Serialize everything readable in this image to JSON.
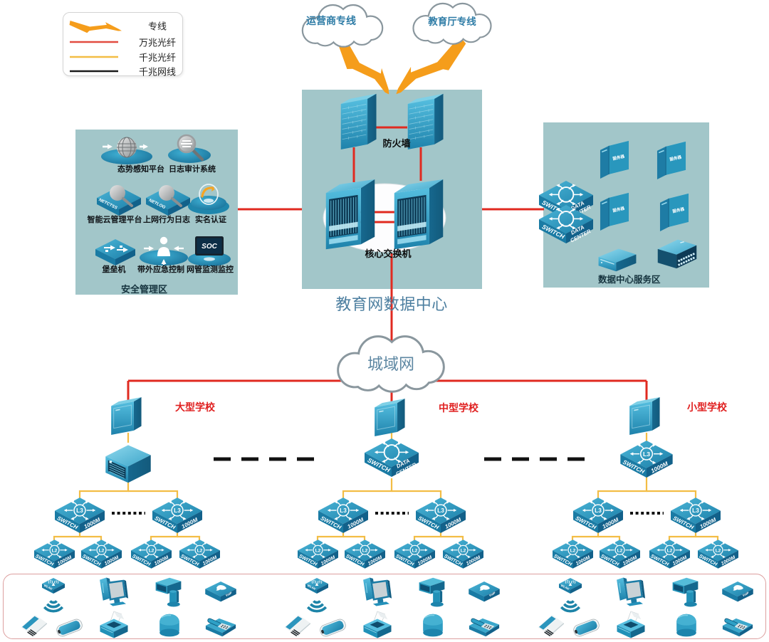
{
  "legend": {
    "items": [
      {
        "id": "dedicated-line",
        "label": "专线"
      },
      {
        "id": "10g-fiber",
        "label": "万兆光纤"
      },
      {
        "id": "1g-fiber",
        "label": "千兆光纤"
      },
      {
        "id": "1g-ethernet",
        "label": "千兆网线"
      }
    ]
  },
  "clouds": {
    "isp": "运营商专线",
    "edu": "教育厅专线",
    "man": "城域网"
  },
  "datacenter": {
    "title": "教育网数据中心",
    "firewall": "防火墙",
    "core_switch": "核心交换机"
  },
  "security_zone": {
    "title": "安全管理区",
    "items": [
      {
        "label": "态势感知平台",
        "icon": "situation-awareness"
      },
      {
        "label": "日志审计系统",
        "icon": "log-audit"
      },
      {
        "label": "智能云管理平台",
        "icon": "cloud-management"
      },
      {
        "label": "上网行为日志",
        "icon": "net-behavior-log"
      },
      {
        "label": "实名认证",
        "icon": "real-name-auth"
      },
      {
        "label": "堡垒机",
        "icon": "bastion-host"
      },
      {
        "label": "带外应急控制",
        "icon": "oob-emergency-control"
      },
      {
        "label": "网管监测监控",
        "icon": "network-monitoring"
      }
    ],
    "box1_text": "NETCTSS",
    "box2_text": "NETLOG",
    "soc_text": "SOC"
  },
  "service_zone": {
    "title": "数据中心服务区",
    "server_label": "服务器"
  },
  "switches": {
    "l3": "L3",
    "l2": "L2",
    "switch": "SWITCH",
    "speed": "1000M",
    "dc_line1": "DATA",
    "dc_line2": "CENTER"
  },
  "schools": {
    "large": "大型学校",
    "medium": "中型学校",
    "small": "小型学校"
  },
  "devices": {
    "wlan": "WLAN",
    "voip": "VoIP"
  },
  "colors": {
    "zone_fill": "#a2c6c9",
    "line_red": "#e02a20",
    "line_yellow": "#f3bd45",
    "line_black": "#1a1a1a",
    "device_blue": "#2b9ac0",
    "school_label_red": "#e02121",
    "title_blue": "#4d7fa0",
    "cloud_text_blue": "#2e7ca6",
    "lightning_orange": "#f59d1b"
  }
}
